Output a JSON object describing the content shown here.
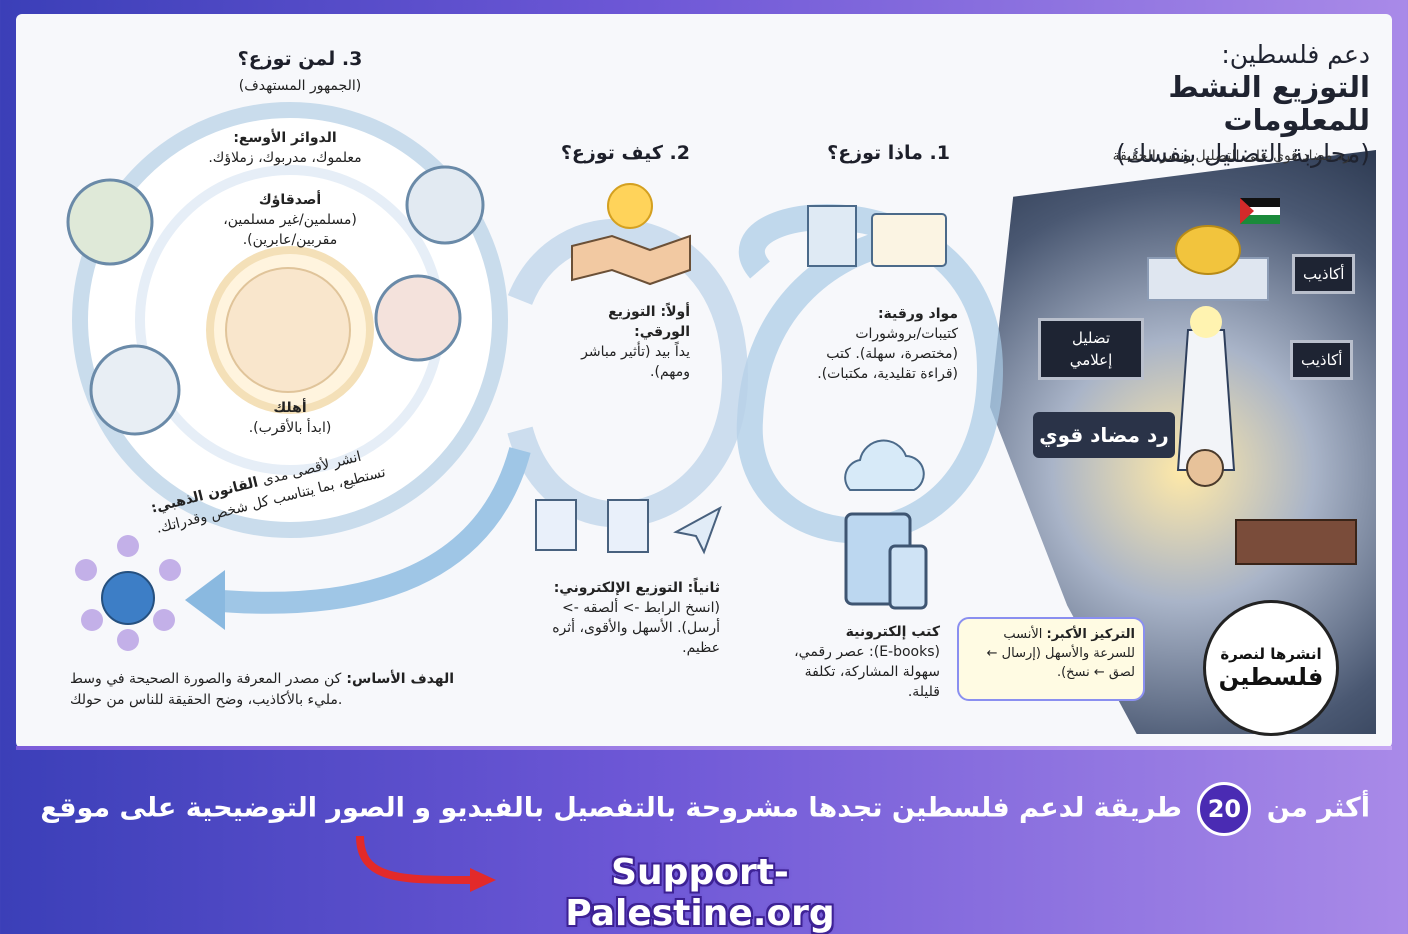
{
  "header": {
    "title_line1": "دعم فلسطين:",
    "title_line2": "التوزيع النشط للمعلومات",
    "title_line3": "(محاربة التضليل بنفسك)",
    "subtitle": "رد مضاد قوي على التضليل ونشر الحقيقة"
  },
  "hero": {
    "tag_lies_1": "أكاذيب",
    "tag_lies_2": "أكاذيب",
    "tag_media": "تضليل إعلامي",
    "counter": "رد مضاد قوي"
  },
  "step1": {
    "title": "1. ماذا توزع؟",
    "paper_title": "مواد ورقية:",
    "paper_body": "كتيبات/بروشورات (مختصرة، سهلة). كتب (قراءة تقليدية، مكتبات).",
    "ebook_title": "كتب إلكترونية",
    "ebook_body": "(E-books): عصر رقمي، سهولة المشاركة، تكلفة قليلة."
  },
  "step2": {
    "title": "2. كيف توزع؟",
    "first_title": "أولاً: التوزيع الورقي:",
    "first_body": "يداً بيد (تأثير مباشر ومهم).",
    "second_title": "ثانياً: التوزيع الإلكتروني:",
    "second_body": "(انسخ الرابط -> ألصقه -> أرسل). الأسهل والأقوى، أثره عظيم."
  },
  "step3": {
    "title": "3. لمن توزع؟",
    "subtitle": "(الجمهور المستهدف)",
    "wide_title": "الدوائر الأوسع:",
    "wide_body": "معلموك، مدربوك، زملاؤك.",
    "friends_title": "أصدقاؤك",
    "friends_body": "(مسلمين/غير مسلمين، مقربين/عابرين).",
    "family_title": "أهلك",
    "family_body": "(ابدأ بالأقرب).",
    "golden_rule_title": "القانون الذهبي:",
    "golden_rule_body": "انشر لأقصى مدى تستطيع، بما يتناسب كل شخص وقدراتك."
  },
  "focus": {
    "title": "التركيز الأكبر:",
    "body": "الأنسب للسرعة والأسهل (إرسال ← لصق ← نسخ)."
  },
  "goal": {
    "title": "الهدف الأساس:",
    "body": "كن مصدر المعرفة والصورة الصحيحة في وسط مليء بالأكاذيب، وضح الحقيقة للناس من حولك."
  },
  "badge": {
    "line1": "انشرها لنصرة",
    "line2": "فلسطين"
  },
  "footer": {
    "prefix": "أكثر من",
    "count": "20",
    "suffix": "طريقة لدعم فلسطين تجدها مشروحة بالتفصيل بالفيديو و الصور التوضيحية على موقع",
    "url": "Support-Palestine.org"
  },
  "colors": {
    "band_start": "#3b3fb8",
    "band_end": "#a98ae8",
    "accent_circle": "#4a2bb3",
    "arrow_red": "#e32a2a"
  }
}
